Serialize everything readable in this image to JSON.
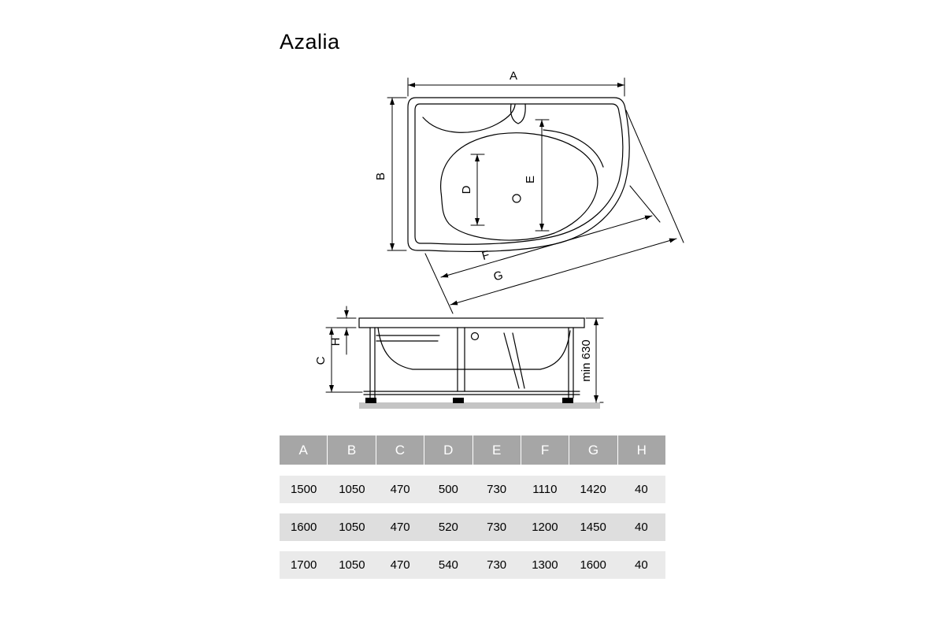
{
  "title": "Azalia",
  "drawing": {
    "top_view": {
      "label_a": "A",
      "label_b": "B",
      "label_d": "D",
      "label_e": "E",
      "label_f": "F",
      "label_g": "G"
    },
    "side_view": {
      "label_h": "H",
      "label_c": "C",
      "label_min_height": "min 630"
    }
  },
  "table": {
    "headers": [
      "A",
      "B",
      "C",
      "D",
      "E",
      "F",
      "G",
      "H"
    ],
    "rows": [
      [
        "1500",
        "1050",
        "470",
        "500",
        "730",
        "1110",
        "1420",
        "40"
      ],
      [
        "1600",
        "1050",
        "470",
        "520",
        "730",
        "1200",
        "1450",
        "40"
      ],
      [
        "1700",
        "1050",
        "470",
        "540",
        "730",
        "1300",
        "1600",
        "40"
      ]
    ]
  },
  "colors": {
    "table_header_bg": "#a6a6a6",
    "table_header_text": "#ffffff",
    "table_row_bg": "#eaeaea",
    "table_row_alt_bg": "#dedede",
    "drawing_line": "#000000",
    "ground_fill": "#c4c4c4"
  }
}
